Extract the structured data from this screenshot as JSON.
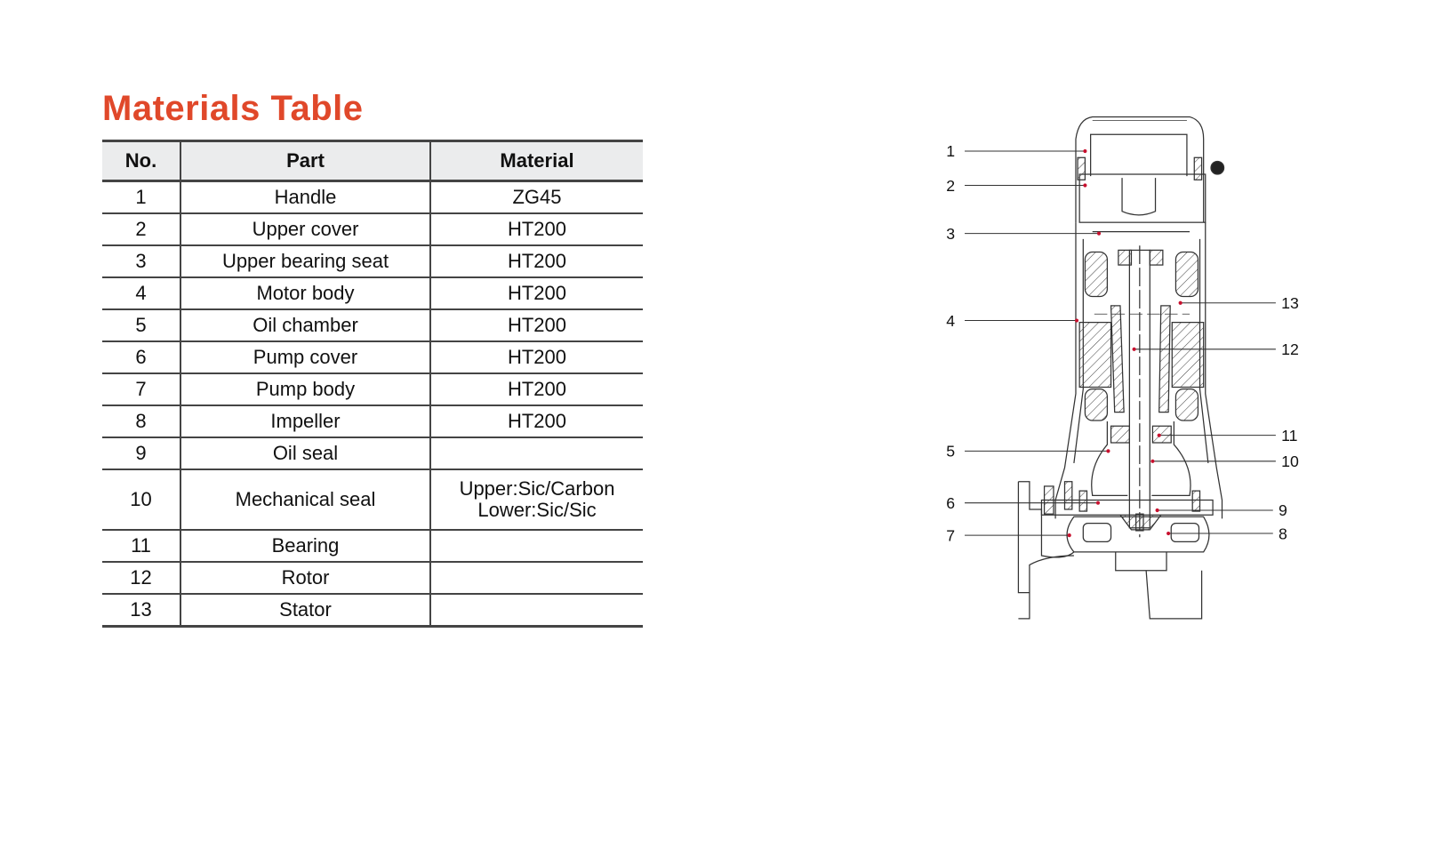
{
  "title": "Materials Table",
  "table": {
    "headers": [
      "No.",
      "Part",
      "Material"
    ],
    "rows": [
      {
        "no": "1",
        "part": "Handle",
        "material": "ZG45"
      },
      {
        "no": "2",
        "part": "Upper cover",
        "material": "HT200"
      },
      {
        "no": "3",
        "part": "Upper bearing seat",
        "material": "HT200"
      },
      {
        "no": "4",
        "part": "Motor body",
        "material": "HT200"
      },
      {
        "no": "5",
        "part": "Oil chamber",
        "material": "HT200"
      },
      {
        "no": "6",
        "part": "Pump cover",
        "material": "HT200"
      },
      {
        "no": "7",
        "part": "Pump body",
        "material": "HT200"
      },
      {
        "no": "8",
        "part": "Impeller",
        "material": "HT200"
      },
      {
        "no": "9",
        "part": "Oil seal",
        "material": ""
      },
      {
        "no": "10",
        "part": "Mechanical seal",
        "material": "Upper:Sic/Carbon",
        "material2": "Lower:Sic/Sic"
      },
      {
        "no": "11",
        "part": "Bearing",
        "material": ""
      },
      {
        "no": "12",
        "part": "Rotor",
        "material": ""
      },
      {
        "no": "13",
        "part": "Stator",
        "material": ""
      }
    ]
  },
  "diagram": {
    "callouts_left": [
      "1",
      "2",
      "3",
      "4",
      "5",
      "6",
      "7"
    ],
    "callouts_right": [
      "13",
      "12",
      "11",
      "10",
      "9",
      "8"
    ],
    "accent_color": "#e0482a",
    "dot_color": "#c8102e"
  }
}
